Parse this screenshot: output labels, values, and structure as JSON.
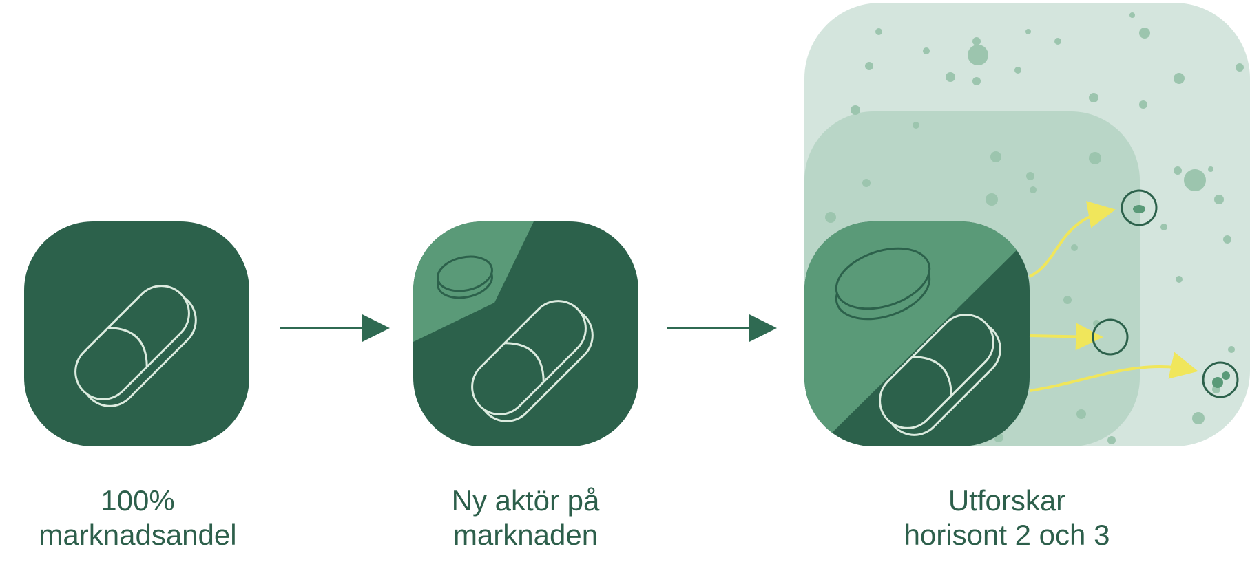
{
  "colors": {
    "dark_green": "#2c614b",
    "mid_green": "#5a9a78",
    "light_panel": "#d4e5dd",
    "mid_panel": "#b9d6c7",
    "speckle": "#9cc5ae",
    "pill_line": "#dcebdf",
    "arrow": "#2f6a52",
    "yellow_arrow": "#f0e65b",
    "label": "#2d5f4b"
  },
  "steps": [
    {
      "label_line1": "100%",
      "label_line2": "marknadsandel",
      "icon": "capsule-icon"
    },
    {
      "label_line1": "Ny aktör på",
      "label_line2": "marknaden",
      "icon": "capsule-and-tablet-icon"
    },
    {
      "label_line1": "Utforskar",
      "label_line2": "horisont 2 och 3",
      "icon": "capsule-and-tablet-expansion-icon"
    }
  ]
}
